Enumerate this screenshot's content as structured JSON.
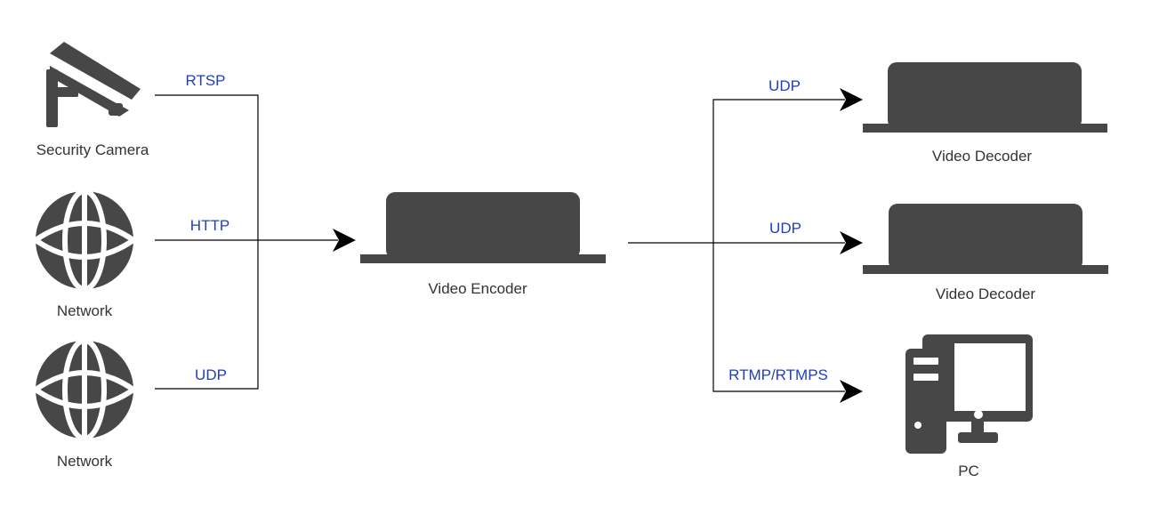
{
  "colors": {
    "device": "#474747",
    "line": "#000000",
    "protocol_text": "#1f3fbf",
    "label_text": "#333333"
  },
  "nodes": {
    "camera": {
      "label": "Security Camera",
      "icon": "security-camera-icon"
    },
    "network1": {
      "label": "Network",
      "icon": "globe-icon"
    },
    "network2": {
      "label": "Network",
      "icon": "globe-icon"
    },
    "encoder": {
      "label": "Video Encoder",
      "icon": "device-box-icon"
    },
    "decoder1": {
      "label": "Video Decoder",
      "icon": "device-box-icon"
    },
    "decoder2": {
      "label": "Video Decoder",
      "icon": "device-box-icon"
    },
    "pc": {
      "label": "PC",
      "icon": "desktop-computer-icon"
    }
  },
  "edges": {
    "camera_to_encoder": "RTSP",
    "network1_to_encoder": "HTTP",
    "network2_to_encoder": "UDP",
    "encoder_to_decoder1": "UDP",
    "encoder_to_decoder2": "UDP",
    "encoder_to_pc": "RTMP/RTMPS"
  }
}
